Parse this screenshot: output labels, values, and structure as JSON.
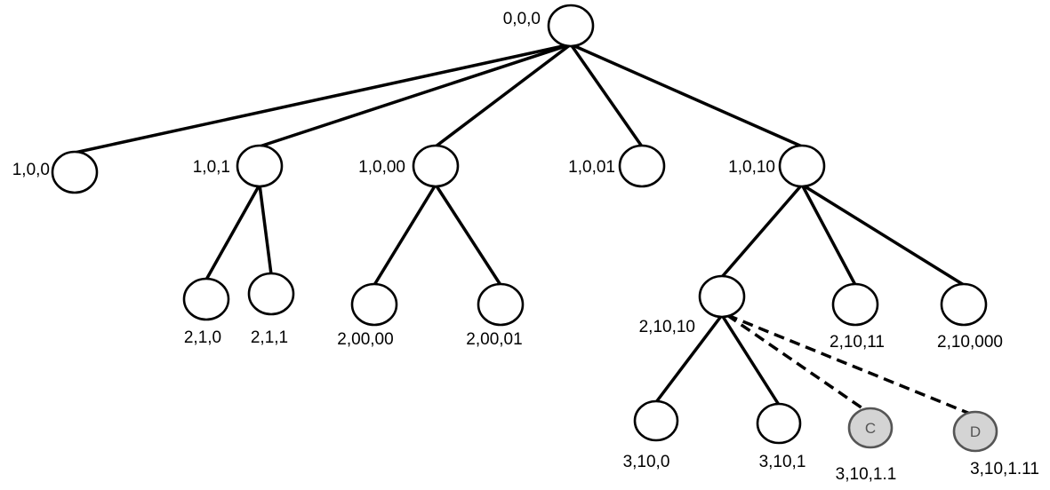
{
  "tree": {
    "nodes": [
      {
        "id": "n000",
        "label": "0,0,0"
      },
      {
        "id": "n100",
        "label": "1,0,0"
      },
      {
        "id": "n101",
        "label": "1,0,1"
      },
      {
        "id": "n1000",
        "label": "1,0,00"
      },
      {
        "id": "n1001",
        "label": "1,0,01"
      },
      {
        "id": "n1010",
        "label": "1,0,10"
      },
      {
        "id": "n210",
        "label": "2,1,0"
      },
      {
        "id": "n211",
        "label": "2,1,1"
      },
      {
        "id": "n20000",
        "label": "2,00,00"
      },
      {
        "id": "n20001",
        "label": "2,00,01"
      },
      {
        "id": "n21010",
        "label": "2,10,10"
      },
      {
        "id": "n21011",
        "label": "2,10,11"
      },
      {
        "id": "n210000",
        "label": "2,10,000"
      },
      {
        "id": "n3100",
        "label": "3,10,0"
      },
      {
        "id": "n3101",
        "label": "3,10,1"
      },
      {
        "id": "nC",
        "label": "3,10,1.1",
        "inner": "C",
        "shaded": true
      },
      {
        "id": "nD",
        "label": "3,10,1.11",
        "inner": "D",
        "shaded": true
      }
    ],
    "edges": [
      {
        "from": "n000",
        "to": "n100"
      },
      {
        "from": "n000",
        "to": "n101"
      },
      {
        "from": "n000",
        "to": "n1000"
      },
      {
        "from": "n000",
        "to": "n1001"
      },
      {
        "from": "n000",
        "to": "n1010"
      },
      {
        "from": "n101",
        "to": "n210"
      },
      {
        "from": "n101",
        "to": "n211"
      },
      {
        "from": "n1000",
        "to": "n20000"
      },
      {
        "from": "n1000",
        "to": "n20001"
      },
      {
        "from": "n1010",
        "to": "n21010"
      },
      {
        "from": "n1010",
        "to": "n21011"
      },
      {
        "from": "n1010",
        "to": "n210000"
      },
      {
        "from": "n21010",
        "to": "n3100"
      },
      {
        "from": "n21010",
        "to": "n3101"
      },
      {
        "from": "n21010",
        "to": "nC",
        "dashed": true
      },
      {
        "from": "n21010",
        "to": "nD",
        "dashed": true
      }
    ]
  }
}
